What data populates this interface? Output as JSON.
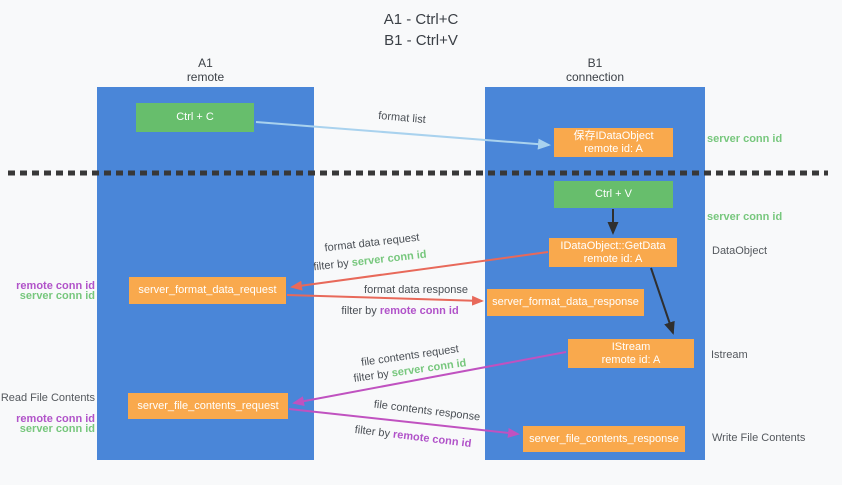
{
  "title": {
    "line1": "A1 - Ctrl+C",
    "line2": "B1 - Ctrl+V"
  },
  "lanes": {
    "left": {
      "header1": "A1",
      "header2": "remote"
    },
    "right": {
      "header1": "B1",
      "header2": "connection"
    }
  },
  "nodes": {
    "ctrl_c": {
      "label": "Ctrl + C"
    },
    "ctrl_v": {
      "label": "Ctrl + V"
    },
    "save_dataobject": {
      "line1": "保存IDataObject",
      "line2": "remote id: A"
    },
    "getdata": {
      "line1": "IDataObject::GetData",
      "line2": "remote id: A"
    },
    "istream": {
      "line1": "IStream",
      "line2": "remote id: A"
    },
    "format_request": {
      "label": "server_format_data_request"
    },
    "format_response": {
      "label": "server_format_data_response"
    },
    "file_request": {
      "label": "server_file_contents_request"
    },
    "file_response": {
      "label": "server_file_contents_response"
    }
  },
  "annotations": {
    "server_conn_id_top_right": "server conn id",
    "server_conn_id_right": "server conn id",
    "dataobject": "DataObject",
    "istream": "Istream",
    "write_file_contents": "Write File Contents",
    "read_file_contents": "Read File Contents",
    "remote_conn_id_left_1": "remote conn id",
    "server_conn_id_left_1": "server conn id",
    "remote_conn_id_left_2": "remote conn id",
    "server_conn_id_left_2": "server conn id"
  },
  "flow_labels": {
    "format_list": "format list",
    "format_data_request": "format data request",
    "format_data_response": "format data response",
    "file_contents_request": "file contents request",
    "file_contents_response": "file contents response",
    "filter_by": "filter by ",
    "server_conn_id": "server conn id",
    "remote_conn_id": "remote conn id"
  },
  "colors": {
    "lane_blue": "#4a86d8",
    "node_green": "#67be6c",
    "node_orange": "#f9a94d",
    "arrow_light_blue": "#a9d2ee",
    "arrow_red": "#e8695a",
    "arrow_magenta": "#c052c0",
    "arrow_black": "#2f2f2f",
    "separator_dark": "#383838",
    "annotation_green": "#77c77d",
    "annotation_purple": "#b153c9"
  }
}
